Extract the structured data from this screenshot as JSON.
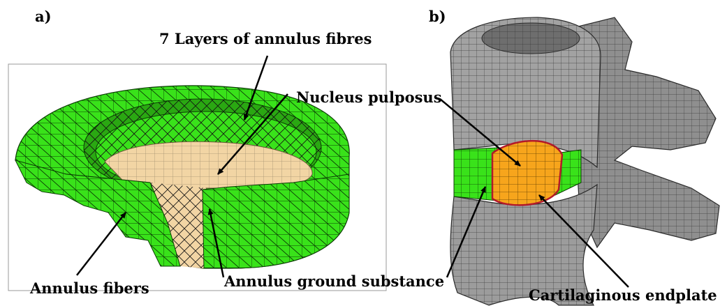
{
  "panel_a": {
    "tag": "a)",
    "labels": {
      "layers": "7 Layers of annulus fibres",
      "nucleus": "Nucleus pulposus",
      "fibers": "Annulus fibers",
      "ground": "Annulus ground substance"
    }
  },
  "panel_b": {
    "tag": "b)",
    "labels": {
      "endplate": "Cartilaginous endplate"
    }
  },
  "colors": {
    "annulus_green": "#39e21a",
    "nucleus_tan": "#f2d5a4",
    "nucleus_orange": "#f7a51c",
    "bone_gray": "#8f8f8f",
    "endplate_red": "#b4192a"
  }
}
